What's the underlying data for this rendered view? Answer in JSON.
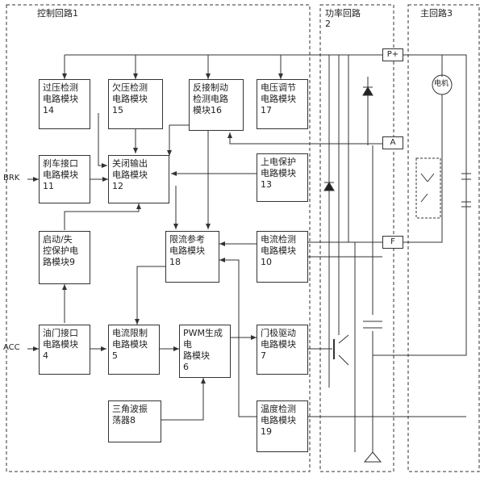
{
  "regions": {
    "control": "控制回路1",
    "power": "功率回路\n2",
    "main": "主回路3"
  },
  "inputs": {
    "brk": "BRK",
    "acc": "ACC"
  },
  "terminals": {
    "p_plus": "P+",
    "a": "A",
    "f": "F"
  },
  "motor": "电机",
  "blocks": {
    "b14": "过压检测\n电路模块\n14",
    "b15": "欠压检测\n电路模块\n15",
    "b16": "反接制动\n检测电路\n模块16",
    "b17": "电压调节\n电路模块\n17",
    "b11": "刹车接口\n电路模块\n11",
    "b12": "关闭输出\n电路模块\n12",
    "b13": "上电保护\n电路模块\n13",
    "b9": "启动/失\n控保护电\n路模块9",
    "b18": "限流参考\n电路模块\n18",
    "b10": "电流检测\n电路模块\n10",
    "b4": "油门接口\n电路模块\n4",
    "b5": "电流限制\n电路模块\n5",
    "b6": "PWM生成电\n路模块\n6",
    "b7": "门极驱动\n电路模块\n7",
    "b8": "三角波振\n荡器8",
    "b19": "温度检测\n电路模块\n19"
  }
}
